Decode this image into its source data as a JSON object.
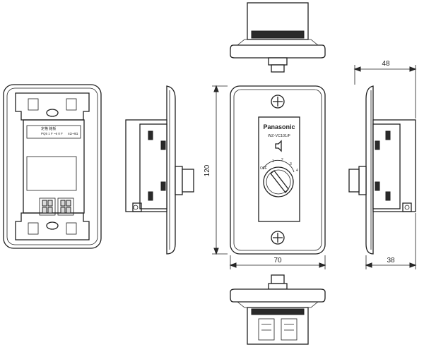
{
  "front_plate": {
    "brand": "Panasonic",
    "model": "WZ-VC101/F",
    "dial": {
      "off_label": "OFF",
      "tick_labels": [
        "1",
        "2",
        "3",
        "4"
      ]
    }
  },
  "rear_view": {
    "label_line1": "定格 銘板",
    "label_line2": "PQ5 1 F ~6 0 F",
    "label_small": "4Ω~8Ω"
  },
  "dimensions": {
    "height": "120",
    "width": "70",
    "depth": "48",
    "depth_body": "38"
  }
}
